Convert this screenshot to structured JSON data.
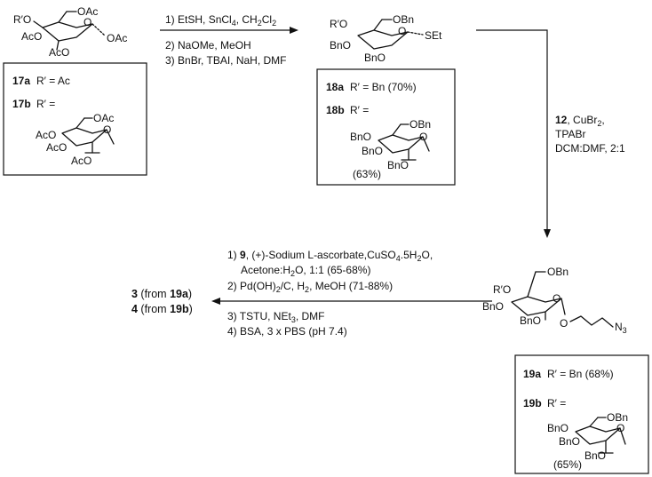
{
  "step1": {
    "reagents": [
      {
        "num": "1)",
        "text": "EtSH, SnCl",
        "sub": "4",
        "tail": ", CH",
        "sub2": "2",
        "tail2": "Cl",
        "sub3": "2",
        "tail3": ""
      },
      {
        "num": "2)",
        "text": "NaOMe, MeOH"
      },
      {
        "num": "3)",
        "text": "BnBr, TBAI, NaH, DMF"
      }
    ]
  },
  "step2": {
    "reagent_bold": "12",
    "line1": ", CuBr",
    "line1_sub": "2",
    "line1_tail": ",",
    "line2": "TPABr",
    "line3": "DCM:DMF, 2:1"
  },
  "step3": {
    "lines": [
      {
        "num": "1)",
        "bold": "9",
        "text": ", (+)-Sodium L-ascorbate,CuSO",
        "sub": "4",
        "tail": ".5H",
        "sub2": "2",
        "tail2": "O,"
      },
      {
        "num": "",
        "text": "Acetone:H",
        "sub": "2",
        "tail": "O, 1:1 (65-68%)"
      },
      {
        "num": "2)",
        "text": "Pd(OH)",
        "sub": "2",
        "tail": "/C, H",
        "sub2": "2",
        "tail2": ", MeOH (71-88%)"
      },
      {
        "num": "3)",
        "text": "TSTU, NEt",
        "sub": "3",
        "tail": ", DMF"
      },
      {
        "num": "4)",
        "text": "BSA, 3 x PBS (pH 7.4)"
      }
    ]
  },
  "products": [
    {
      "bold": "3",
      "text": " (from ",
      "bold2": "19a",
      "tail": ")"
    },
    {
      "bold": "4",
      "text": " (from ",
      "bold2": "19b",
      "tail": ")"
    }
  ],
  "labels": {
    "OAc": "OAc",
    "AcO": "AcO",
    "OBn": "OBn",
    "BnO": "BnO",
    "RprimeO": "R′O",
    "SEt": "SEt",
    "O": "O",
    "N": "N",
    "N_sub": "3",
    "Rprime_eq": "R′ ="
  },
  "compounds": {
    "c17a": {
      "id": "17a",
      "text": "R′ = Ac"
    },
    "c17b": {
      "id": "17b",
      "text": "R′ ="
    },
    "c18a": {
      "id": "18a",
      "text": "R′ = Bn (70%)"
    },
    "c18b": {
      "id": "18b",
      "text": "R′ =",
      "yield": "(63%)"
    },
    "c19a": {
      "id": "19a",
      "text": "R′ = Bn (68%)"
    },
    "c19b": {
      "id": "19b",
      "text": "R′ =",
      "yield": "(65%)"
    }
  }
}
